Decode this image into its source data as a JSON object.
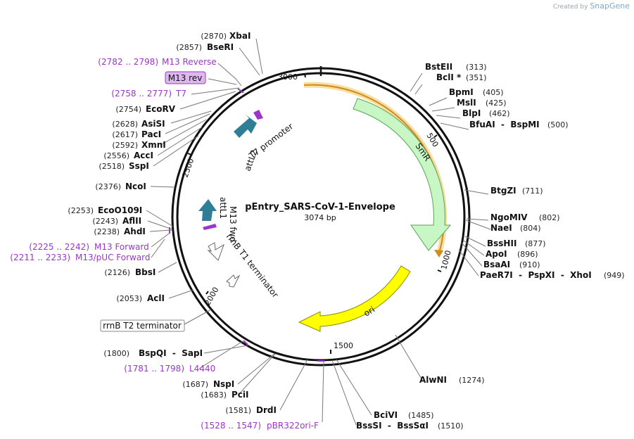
{
  "credit": {
    "prefix": "Created by",
    "brand": "SnapGene"
  },
  "plasmid": {
    "name": "pEntry_SARS-CoV-1-Envelope",
    "size_label": "3074 bp",
    "length": 3074
  },
  "ticks": [
    "3000",
    "500",
    "1000",
    "1500",
    "2000",
    "2500"
  ],
  "colors": {
    "smr": "#c8f7c5",
    "ori": "#ffff00",
    "orf": "#e8a040",
    "att": "#2e7f95",
    "primer": "#9b36c9"
  },
  "features": {
    "smr": "SmR",
    "ori": "ori",
    "attL2": "attL2",
    "t7prom": "T7 promoter",
    "attL1": "attL1",
    "m13fwd": "M13 fwd",
    "rrnbt1": "rrnB T1 terminator",
    "rrnbt2": "rrnB T2 terminator",
    "m13rev": "M13 rev"
  },
  "sites": [
    {
      "name": "XbaI",
      "pos": "(2870)"
    },
    {
      "name": "BseRI",
      "pos": "(2857)"
    },
    {
      "name": "EcoRV",
      "pos": "(2754)"
    },
    {
      "name": "AsiSI",
      "pos": "(2628)"
    },
    {
      "name": "PacI",
      "pos": "(2617)"
    },
    {
      "name": "XmnI",
      "pos": "(2592)"
    },
    {
      "name": "AccI",
      "pos": "(2556)"
    },
    {
      "name": "SspI",
      "pos": "(2518)"
    },
    {
      "name": "NcoI",
      "pos": "(2376)"
    },
    {
      "name": "EcoO109I",
      "pos": "(2253)"
    },
    {
      "name": "AflII",
      "pos": "(2243)"
    },
    {
      "name": "AhdI",
      "pos": "(2238)"
    },
    {
      "name": "BbsI",
      "pos": "(2126)"
    },
    {
      "name": "AclI",
      "pos": "(2053)"
    },
    {
      "name": "BspQI  -  SapI",
      "pos": "(1800)"
    },
    {
      "name": "NspI",
      "pos": "(1687)"
    },
    {
      "name": "PciI",
      "pos": "(1683)"
    },
    {
      "name": "DrdI",
      "pos": "(1581)"
    },
    {
      "name": "BstEII",
      "pos": "(313)"
    },
    {
      "name": "BclI *",
      "pos": "(351)"
    },
    {
      "name": "BpmI",
      "pos": "(405)"
    },
    {
      "name": "MslI",
      "pos": "(425)"
    },
    {
      "name": "BlpI",
      "pos": "(462)"
    },
    {
      "name": "BfuAI  -  BspMI",
      "pos": "(500)"
    },
    {
      "name": "BtgZI",
      "pos": "(711)"
    },
    {
      "name": "NgoMIV",
      "pos": "(802)"
    },
    {
      "name": "NaeI",
      "pos": "(804)"
    },
    {
      "name": "BssHII",
      "pos": "(877)"
    },
    {
      "name": "ApoI",
      "pos": "(896)"
    },
    {
      "name": "BsaAI",
      "pos": "(910)"
    },
    {
      "name": "PaeR7I  -  PspXI  -  XhoI",
      "pos": "(949)"
    },
    {
      "name": "AlwNI",
      "pos": "(1274)"
    },
    {
      "name": "BciVI",
      "pos": "(1485)"
    },
    {
      "name": "BssSI  -  BssSαI",
      "pos": "(1510)"
    }
  ],
  "primers": [
    {
      "range": "(2782 .. 2798)",
      "name": "M13 Reverse"
    },
    {
      "range": "(2758 .. 2777)",
      "name": "T7"
    },
    {
      "range": "(2225 .. 2242)",
      "name": "M13 Forward"
    },
    {
      "range": "(2211 .. 2233)",
      "name": "M13/pUC Forward"
    },
    {
      "range": "(1781 .. 1798)",
      "name": "L4440"
    },
    {
      "range": "(1528 .. 1547)",
      "name": "pBR322ori-F"
    }
  ]
}
